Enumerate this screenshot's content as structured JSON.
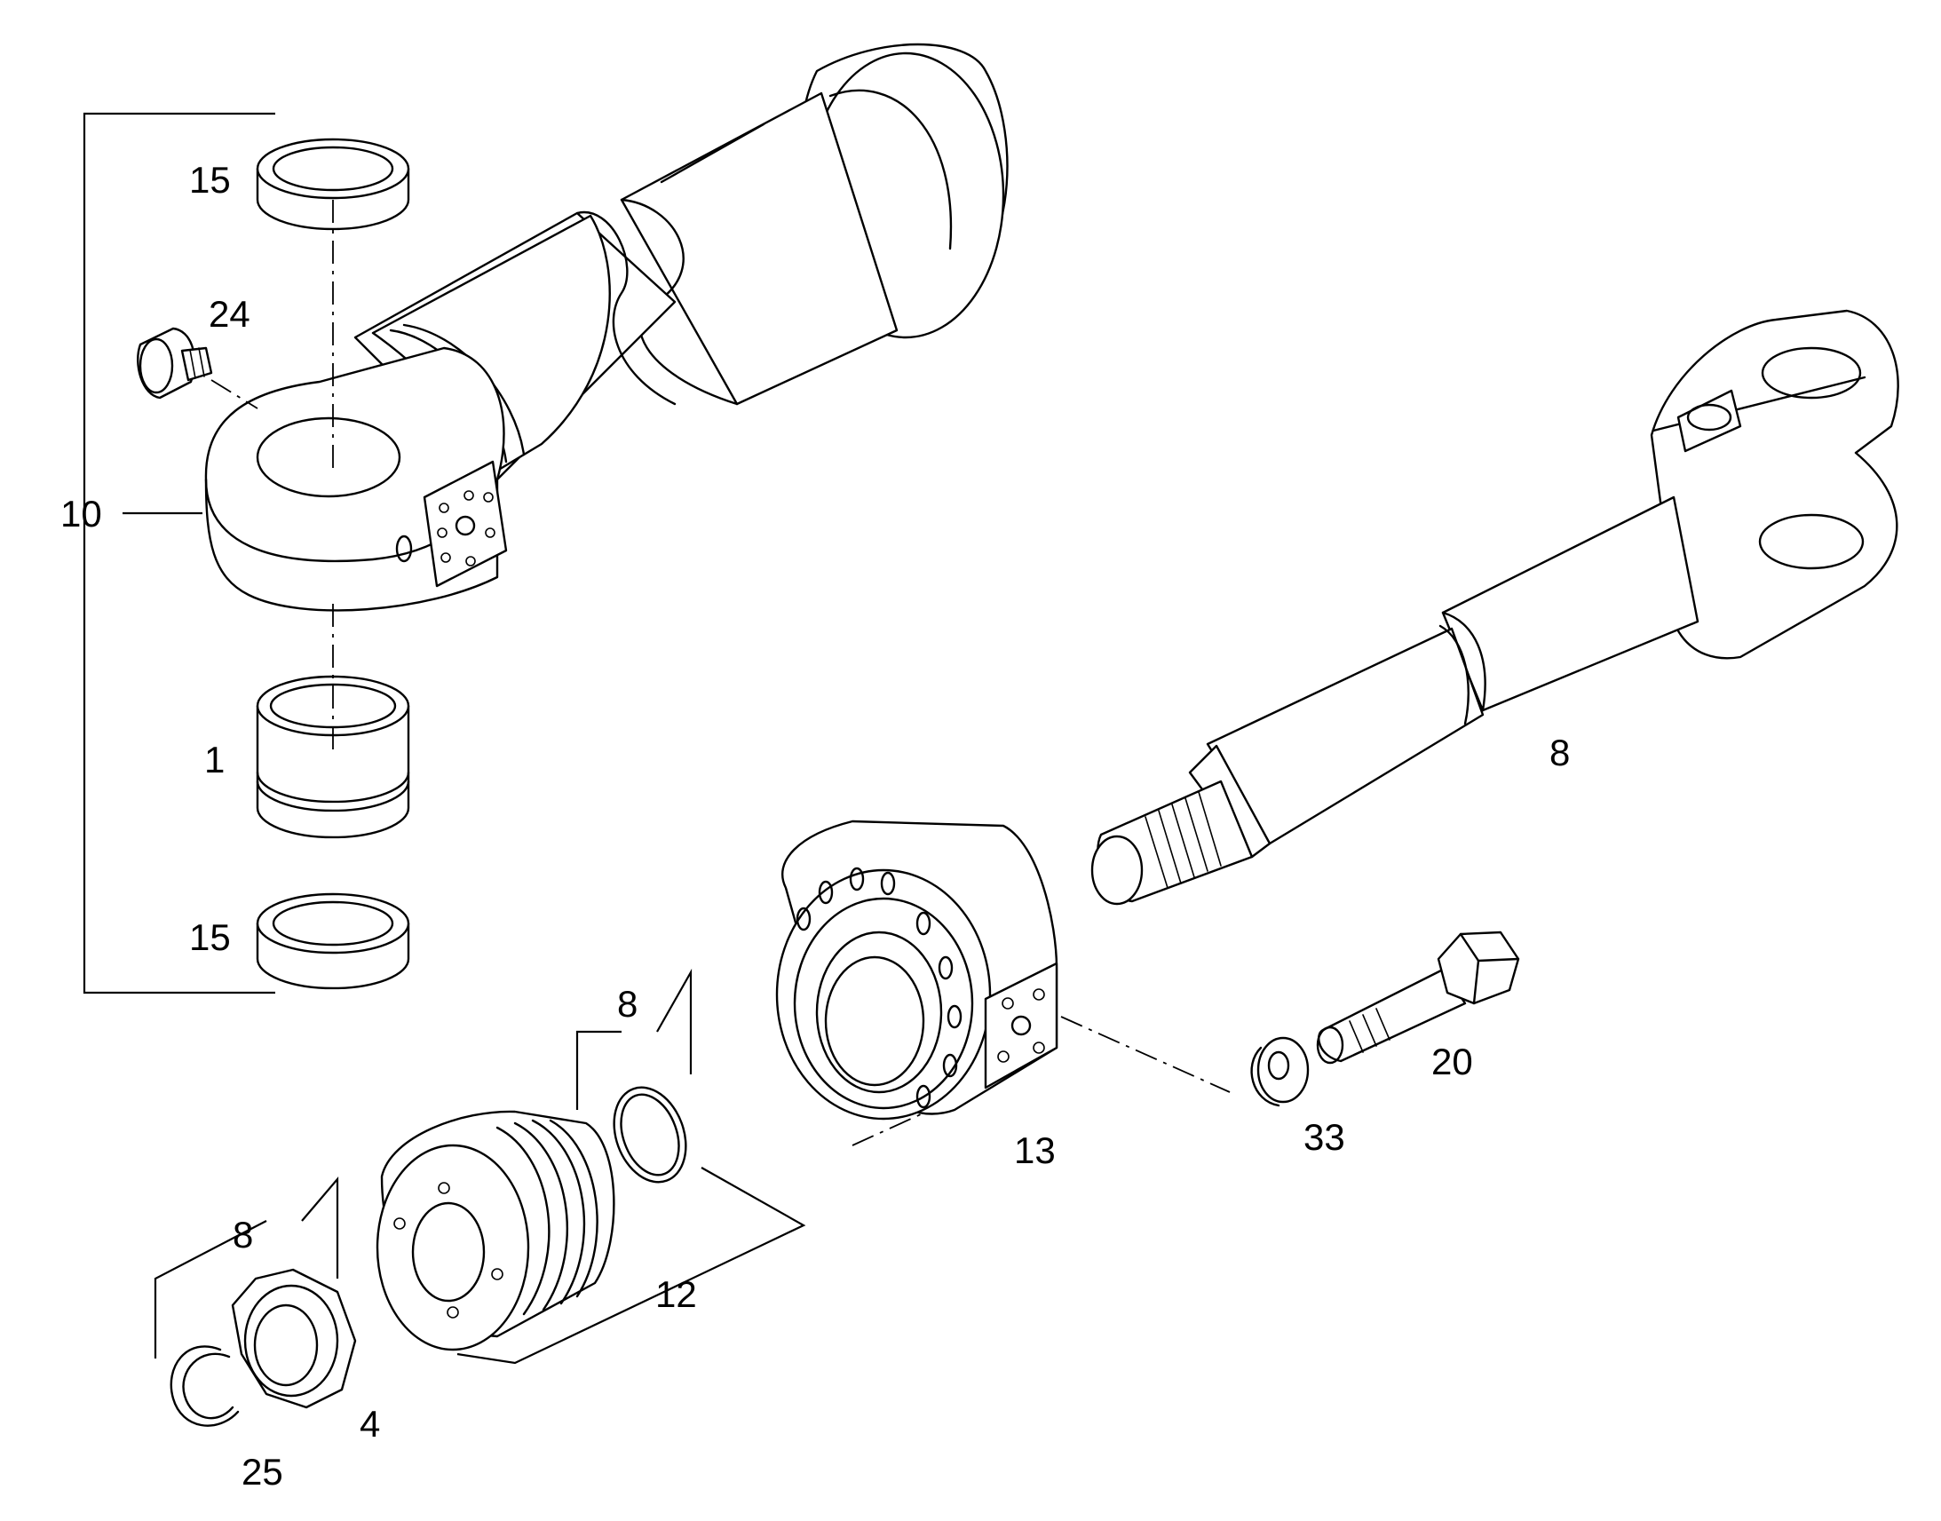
{
  "callouts": {
    "c15_top": "15",
    "c24": "24",
    "c10": "10",
    "c1": "1",
    "c15_bottom": "15",
    "c8_rod": "8",
    "c8_seal": "8",
    "c8_ring": "8",
    "c12": "12",
    "c13": "13",
    "c20": "20",
    "c33": "33",
    "c4": "4",
    "c25": "25"
  },
  "colors": {
    "line": "#000000",
    "background": "#ffffff"
  }
}
